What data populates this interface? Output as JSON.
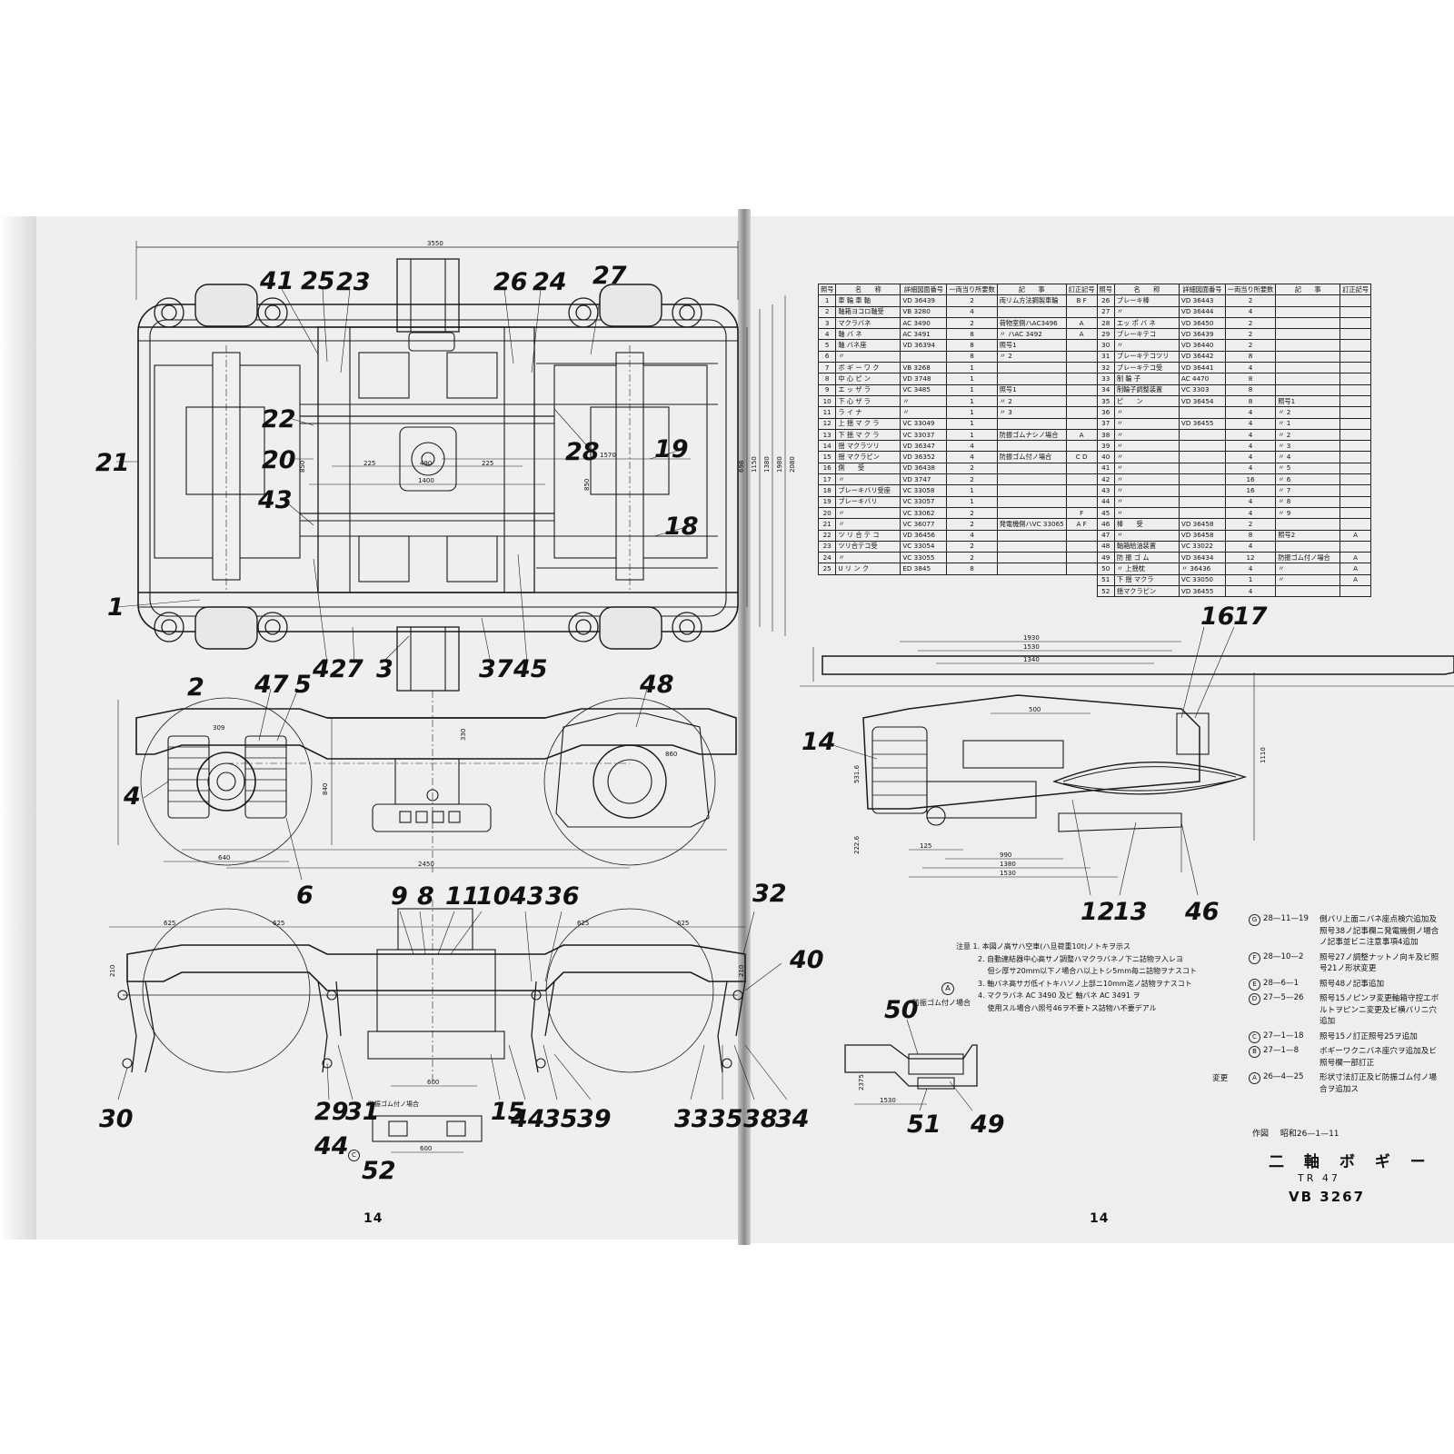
{
  "callouts": [
    {
      "id": "c41",
      "text": "41"
    },
    {
      "id": "c25",
      "text": "25"
    },
    {
      "id": "c23",
      "text": "23"
    },
    {
      "id": "c26",
      "text": "26"
    },
    {
      "id": "c24",
      "text": "24"
    },
    {
      "id": "c27",
      "text": "27"
    },
    {
      "id": "c22",
      "text": "22"
    },
    {
      "id": "c20",
      "text": "20"
    },
    {
      "id": "c21",
      "text": "21"
    },
    {
      "id": "c28",
      "text": "28"
    },
    {
      "id": "c19",
      "text": "19"
    },
    {
      "id": "c43a",
      "text": "43"
    },
    {
      "id": "c18",
      "text": "18"
    },
    {
      "id": "c1",
      "text": "1"
    },
    {
      "id": "c2",
      "text": "2"
    },
    {
      "id": "c42",
      "text": "42"
    },
    {
      "id": "c7",
      "text": "7"
    },
    {
      "id": "c3",
      "text": "3"
    },
    {
      "id": "c37",
      "text": "37"
    },
    {
      "id": "c45",
      "text": "45"
    },
    {
      "id": "c47",
      "text": "47"
    },
    {
      "id": "c5",
      "text": "5"
    },
    {
      "id": "c48",
      "text": "48"
    },
    {
      "id": "c4",
      "text": "4"
    },
    {
      "id": "c6",
      "text": "6"
    },
    {
      "id": "c9",
      "text": "9"
    },
    {
      "id": "c8",
      "text": "8"
    },
    {
      "id": "c11",
      "text": "11"
    },
    {
      "id": "c10",
      "text": "10"
    },
    {
      "id": "c43b",
      "text": "43"
    },
    {
      "id": "c36",
      "text": "36"
    },
    {
      "id": "c32",
      "text": "32"
    },
    {
      "id": "c40",
      "text": "40"
    },
    {
      "id": "c30",
      "text": "30"
    },
    {
      "id": "c29",
      "text": "29"
    },
    {
      "id": "c31",
      "text": "31"
    },
    {
      "id": "c15",
      "text": "15"
    },
    {
      "id": "c44a",
      "text": "44"
    },
    {
      "id": "c35a",
      "text": "35"
    },
    {
      "id": "c39",
      "text": "39"
    },
    {
      "id": "c33",
      "text": "33"
    },
    {
      "id": "c35b",
      "text": "35"
    },
    {
      "id": "c38",
      "text": "38"
    },
    {
      "id": "c34",
      "text": "34"
    },
    {
      "id": "c44b",
      "text": "44"
    },
    {
      "id": "c52",
      "text": "52"
    },
    {
      "id": "c14",
      "text": "14"
    },
    {
      "id": "c16",
      "text": "16"
    },
    {
      "id": "c17",
      "text": "17"
    },
    {
      "id": "c12",
      "text": "12"
    },
    {
      "id": "c13",
      "text": "13"
    },
    {
      "id": "c46",
      "text": "46"
    },
    {
      "id": "c50",
      "text": "50"
    },
    {
      "id": "c51",
      "text": "51"
    },
    {
      "id": "c49",
      "text": "49"
    }
  ],
  "dimensions": {
    "d3550": "3550",
    "d2450": "2450",
    "d1570": "1570",
    "d1400": "1400",
    "d490": "490",
    "d225a": "225",
    "d225b": "225",
    "d850a": "850",
    "d850b": "850",
    "d2080": "2080",
    "d1980": "1980",
    "d1380": "1380",
    "d1150": "1150",
    "d698": "698",
    "d309": "309",
    "d860": "860",
    "d840": "840",
    "d640": "640",
    "d330": "330",
    "d625a": "625",
    "d625b": "625",
    "d625c": "625",
    "d625d": "625",
    "d600a": "600",
    "d600b": "600",
    "d210a": "210",
    "d210b": "210",
    "d1930": "1930",
    "d1530a": "1530",
    "d1340": "1340",
    "d500": "500",
    "d1110": "1110",
    "d990": "990",
    "d1380b": "1380",
    "d1530b": "1530",
    "d125": "125",
    "d5316": "531.6",
    "d2226": "222.6",
    "d2375": "2375",
    "d1530c": "1530"
  },
  "page_numbers": {
    "left": "14",
    "right": "14"
  },
  "table": {
    "headers": [
      "照号",
      "名　　称",
      "詳細図面番号",
      "一両当り所要数",
      "記　　事",
      "訂正記号"
    ],
    "left_rows": [
      [
        "1",
        "車 輪 車 軸",
        "VD 36439",
        "2",
        "両リム方法鋼製車輪",
        "B F"
      ],
      [
        "2",
        "軸箱ヨコロ軸受",
        "VB 3280",
        "4",
        "",
        ""
      ],
      [
        "3",
        "マクラバネ",
        "AC 3490",
        "2",
        "荷物室側ハAC3496",
        "A"
      ],
      [
        "4",
        "軸 バ ネ",
        "AC 3491",
        "8",
        "〃 ハAC 3492",
        "A"
      ],
      [
        "5",
        "軸 バネ座",
        "VD 36394",
        "8",
        "照号1",
        ""
      ],
      [
        "6",
        "〃",
        "",
        "8",
        "〃 2",
        ""
      ],
      [
        "7",
        "ボ ギ ー ワ ク",
        "VB 3268",
        "1",
        "",
        ""
      ],
      [
        "8",
        "中 心 ピ ン",
        "VD 3748",
        "1",
        "",
        ""
      ],
      [
        "9",
        "エ ッ ザ ラ",
        "VC 3485",
        "1",
        "照号1",
        ""
      ],
      [
        "10",
        "下 心 ザ ラ",
        "〃",
        "1",
        "〃 2",
        ""
      ],
      [
        "11",
        "ラ イ ナ",
        "〃",
        "1",
        "〃 3",
        ""
      ],
      [
        "12",
        "上 揺 マ ク ラ",
        "VC 33049",
        "1",
        "",
        ""
      ],
      [
        "13",
        "下 揺 マ ク ラ",
        "VC 33037",
        "1",
        "防振ゴムナシノ場合",
        "A"
      ],
      [
        "14",
        "揺 マクラツリ",
        "VD 36347",
        "4",
        "",
        ""
      ],
      [
        "15",
        "揺 マクラピン",
        "VD 36352",
        "4",
        "防振ゴム付ノ場合",
        "C D"
      ],
      [
        "16",
        "側　　受",
        "VD 36438",
        "2",
        "",
        ""
      ],
      [
        "17",
        "〃",
        "VD 3747",
        "2",
        "",
        ""
      ],
      [
        "18",
        "ブレーキバリ受座",
        "VC 33058",
        "1",
        "",
        ""
      ],
      [
        "19",
        "ブレーキバリ",
        "VC 33057",
        "1",
        "",
        ""
      ],
      [
        "20",
        "〃",
        "VC 33062",
        "2",
        "",
        "F"
      ],
      [
        "21",
        "〃",
        "VC 36077",
        "2",
        "発電機側ハVC 33065",
        "A F"
      ],
      [
        "22",
        "ツ リ 合 テ コ",
        "VD 36456",
        "4",
        "",
        ""
      ],
      [
        "23",
        "ツリ合テコ受",
        "VC 33054",
        "2",
        "",
        ""
      ],
      [
        "24",
        "〃",
        "VC 33055",
        "2",
        "",
        ""
      ],
      [
        "25",
        "U リ ン ク",
        "ED 3845",
        "8",
        "",
        ""
      ]
    ],
    "right_rows": [
      [
        "26",
        "ブレーキ棒",
        "VD 36443",
        "2",
        "",
        ""
      ],
      [
        "27",
        "〃",
        "VD 36444",
        "4",
        "",
        ""
      ],
      [
        "28",
        "エッ ポ バ ネ",
        "VD 36450",
        "2",
        "",
        ""
      ],
      [
        "29",
        "ブレーキテコ",
        "VD 36439",
        "2",
        "",
        ""
      ],
      [
        "30",
        "〃",
        "VD 36440",
        "2",
        "",
        ""
      ],
      [
        "31",
        "ブレーキテコツリ",
        "VD 36442",
        "8",
        "",
        ""
      ],
      [
        "32",
        "ブレーキテコ受",
        "VD 36441",
        "4",
        "",
        ""
      ],
      [
        "33",
        "制 輪 子",
        "AC 4470",
        "8",
        "",
        ""
      ],
      [
        "34",
        "制輪子調整装置",
        "VC 3303",
        "8",
        "",
        ""
      ],
      [
        "35",
        "ピ　　ン",
        "VD 36454",
        "8",
        "照号1",
        ""
      ],
      [
        "36",
        "〃",
        "",
        "4",
        "〃 2",
        ""
      ],
      [
        "37",
        "〃",
        "VD 36455",
        "4",
        "〃 1",
        ""
      ],
      [
        "38",
        "〃",
        "",
        "4",
        "〃 2",
        ""
      ],
      [
        "39",
        "〃",
        "",
        "4",
        "〃 3",
        ""
      ],
      [
        "40",
        "〃",
        "",
        "4",
        "〃 4",
        ""
      ],
      [
        "41",
        "〃",
        "",
        "4",
        "〃 5",
        ""
      ],
      [
        "42",
        "〃",
        "",
        "16",
        "〃 6",
        ""
      ],
      [
        "43",
        "〃",
        "",
        "16",
        "〃 7",
        ""
      ],
      [
        "44",
        "〃",
        "",
        "4",
        "〃 8",
        ""
      ],
      [
        "45",
        "〃",
        "",
        "4",
        "〃 9",
        ""
      ],
      [
        "46",
        "棒　　受",
        "VD 36458",
        "2",
        "",
        ""
      ],
      [
        "47",
        "〃",
        "VD 36458",
        "8",
        "照号2",
        "A"
      ],
      [
        "48",
        "軸箱給油装置",
        "VC 33022",
        "4",
        "",
        ""
      ],
      [
        "49",
        "防 振 ゴ ム",
        "VD 36434",
        "12",
        "防振ゴム付ノ場合",
        "A"
      ],
      [
        "50",
        "〃 上揺枕",
        "〃 36436",
        "4",
        "〃",
        "A"
      ],
      [
        "51",
        "下 揺 マクラ",
        "VC 33050",
        "1",
        "〃",
        "A"
      ],
      [
        "52",
        "揺マクラピン",
        "VD 36455",
        "4",
        "",
        ""
      ]
    ]
  },
  "notes": {
    "label": "注意",
    "lines": [
      "1. 本図ノ高サハ空車(ハ旦荷重10t)ノトキヲ示ス",
      "2. 自動連結器中心高サノ調整ハマクラバネノ下ニ詰物ヲ入レヨ",
      "　 但シ厚サ20mm以下ノ場合ハ以上トシ5mm毎ニ詰物ヲナスコト",
      "3. 軸バネ高サガ低イトキハソノ上部ニ10mm迄ノ詰物ヲナスコト",
      "4. マクラバネ AC 3490 及ビ 軸バネ AC 3491 ヲ",
      "　 使用スル場合ハ照号46ヲ不要トス詰物ハ不要デアル"
    ]
  },
  "inset": {
    "marker": "A",
    "label": "防振ゴム付ノ場合",
    "subnote_marker": "C",
    "subnote": "防振ゴム付ノ場合"
  },
  "revisions": [
    {
      "mark": "G",
      "date": "28—11—19",
      "text": "側バリ上面ニバネ座点検穴追加及照号38ノ記事欄ニ発電機側ノ場合ノ記事並ビニ注意事項4追加"
    },
    {
      "mark": "F",
      "date": "28—10—2",
      "text": "照号27ノ調整ナットノ向キ及ビ照号21ノ形状変更"
    },
    {
      "mark": "E",
      "date": "28—6—1",
      "text": "照号48ノ記事追加"
    },
    {
      "mark": "D",
      "date": "27—5—26",
      "text": "照号15ノピンヲ変更軸箱守控エボルトヲピンニ変更及ビ横バリニ穴追加"
    },
    {
      "mark": "C",
      "date": "27—1—18",
      "text": "照号15ノ訂正照号25ヲ追加"
    },
    {
      "mark": "B",
      "date": "27—1—8",
      "text": "ボギーワクニバネ座穴ヲ追加及ビ照号欄一部訂正"
    },
    {
      "mark": "A",
      "date": "26—4—25",
      "text": "形状寸法訂正及ビ防振ゴム付ノ場合ヲ追加ス"
    }
  ],
  "revision_label": "変更",
  "drawn": {
    "label": "作図",
    "date": "昭和26—1—11"
  },
  "title": {
    "name": "二 軸 ボ ギ ー",
    "model": "TR 47",
    "drawing_no": "VB 3267"
  }
}
